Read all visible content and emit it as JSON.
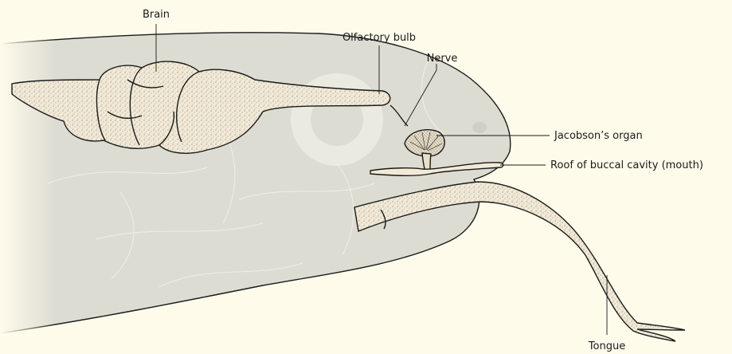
{
  "labels": {
    "brain": "Brain",
    "olfactory_bulb": "Olfactory bulb",
    "nerve": "Nerve",
    "jacobsons_organ": "Jacobson’s organ",
    "roof": "Roof of buccal cavity (mouth)",
    "tongue": "Tongue"
  },
  "colors": {
    "background": "#fffbeb",
    "head": "#dcdcd2",
    "organ_fill": "#f2ead6",
    "eye_ring": "#ecece4",
    "line": "#1a1a1a"
  }
}
